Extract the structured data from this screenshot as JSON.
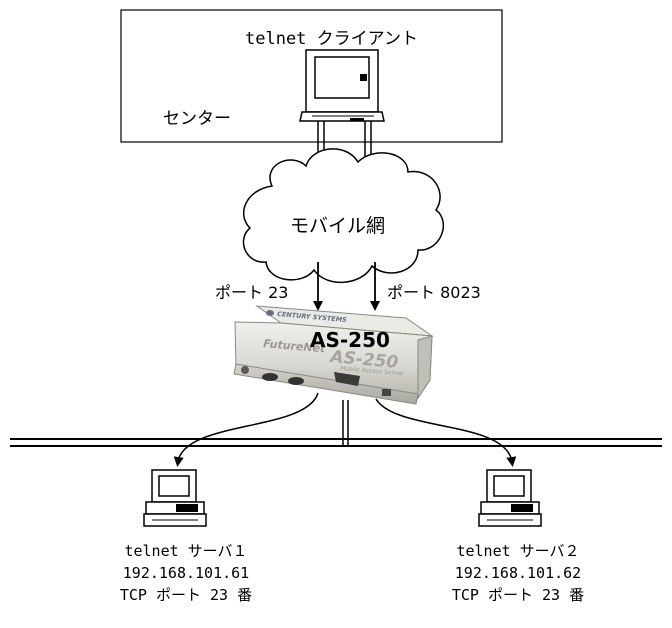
{
  "center": {
    "label": "センター",
    "client_label": "telnet クライアント"
  },
  "network": {
    "cloud_label": "モバイル網"
  },
  "ports": {
    "left": "ポート 23",
    "right": "ポート 8023"
  },
  "device": {
    "model": "AS-250",
    "brand": "CENTURY SYSTEMS",
    "series_text": "FutureNet",
    "sub_text": "Mobile Access Server"
  },
  "servers": [
    {
      "name": "telnet サーバ１",
      "ip": "192.168.101.61",
      "port": "TCP ポート 23 番"
    },
    {
      "name": "telnet サーバ２",
      "ip": "192.168.101.62",
      "port": "TCP ポート 23 番"
    }
  ],
  "colors": {
    "line": "#000000",
    "device_body": "#dcdcd6",
    "device_shadow": "#a9a9a2"
  }
}
